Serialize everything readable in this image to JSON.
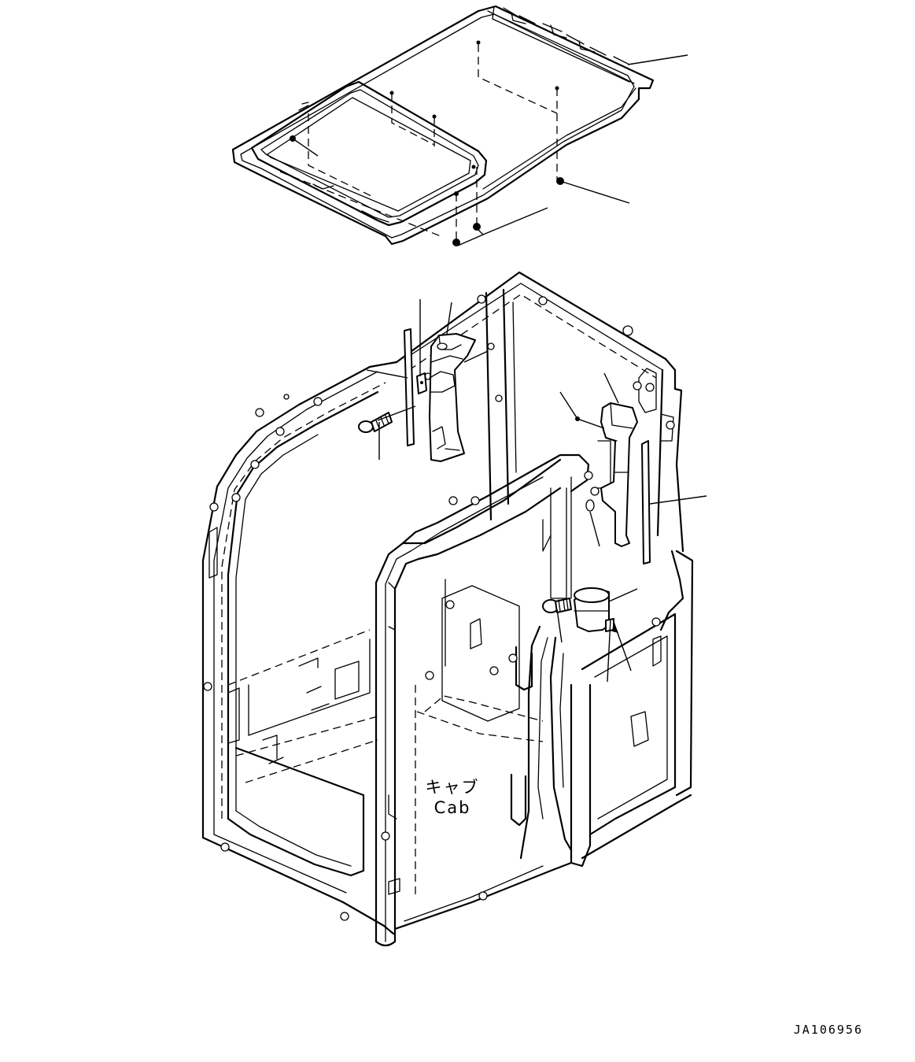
{
  "labels": {
    "cab_jp": "キャブ",
    "cab_en": "Cab"
  },
  "drawing_code": "JA106956",
  "colors": {
    "ink": "#000000",
    "paper": "#ffffff"
  }
}
